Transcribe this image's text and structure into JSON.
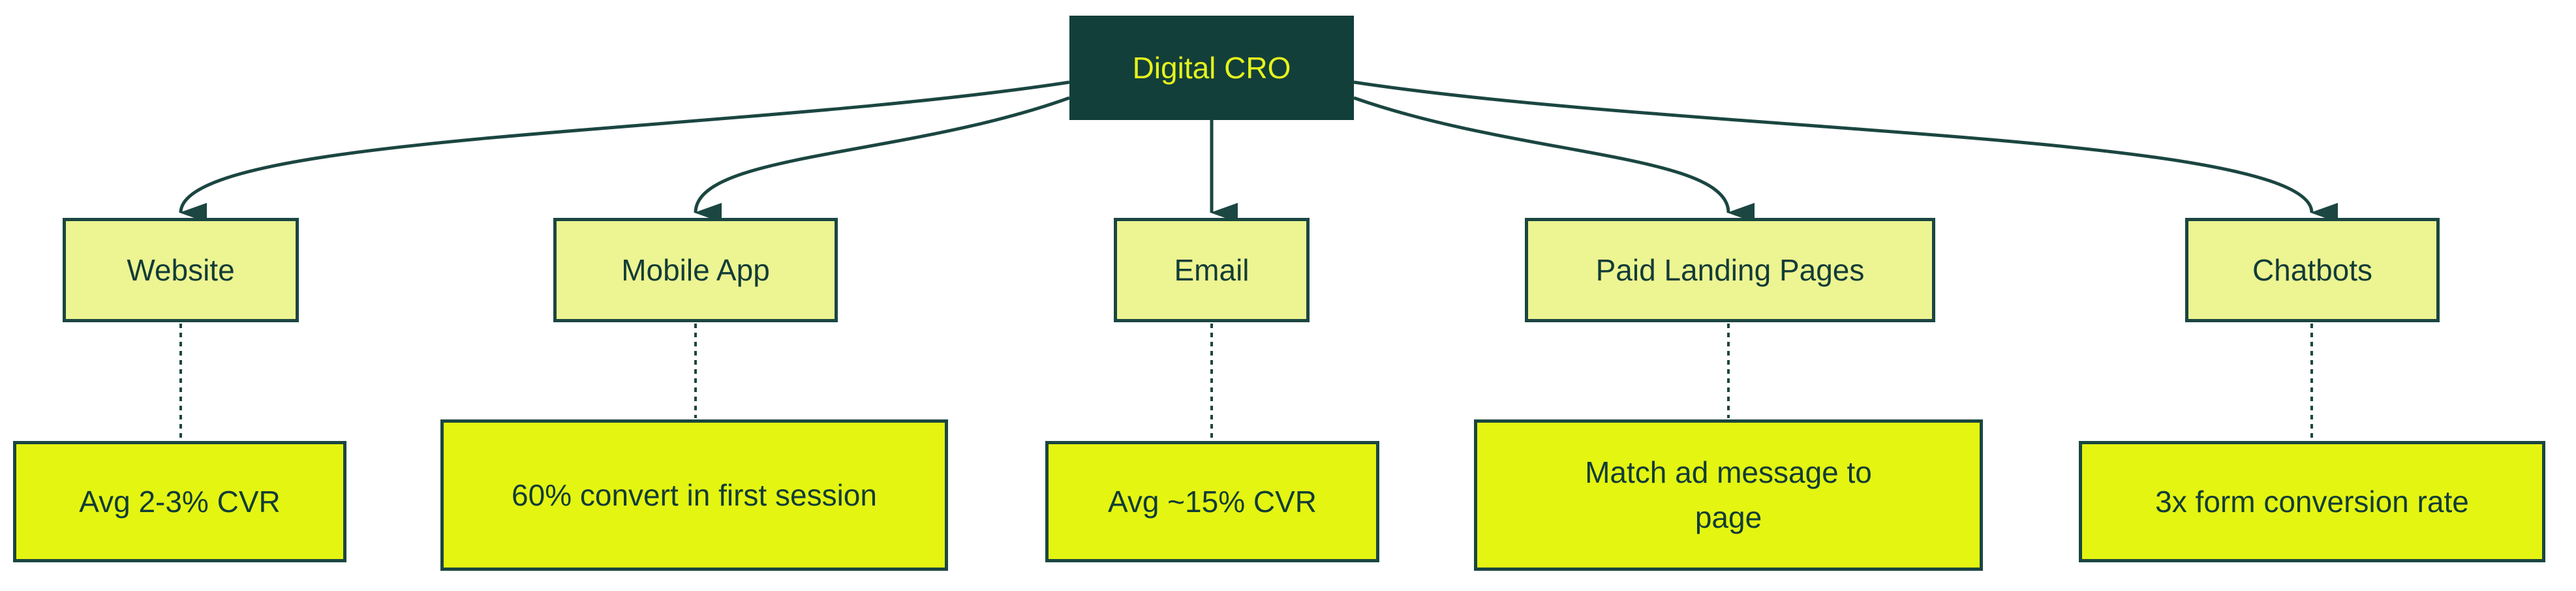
{
  "diagram": {
    "root": {
      "label": "Digital CRO"
    },
    "columns": [
      {
        "id": "website",
        "label": "Website",
        "detail": "Avg 2-3% CVR"
      },
      {
        "id": "mobile-app",
        "label": "Mobile App",
        "detail": "60% convert in first session"
      },
      {
        "id": "email",
        "label": "Email",
        "detail": "Avg ~15% CVR"
      },
      {
        "id": "paid-landing-pages",
        "label": "Paid Landing Pages",
        "detail": "Match ad message to page"
      },
      {
        "id": "chatbots",
        "label": "Chatbots",
        "detail": "3x form conversion rate"
      }
    ],
    "colors": {
      "background": "#FFFFFF",
      "root_fill": "#133F3A",
      "root_text": "#E5F41C",
      "channel_fill": "#EDF492",
      "detail_fill": "#E4F512",
      "stroke": "#1B4641",
      "text_dark": "#123C37"
    }
  }
}
